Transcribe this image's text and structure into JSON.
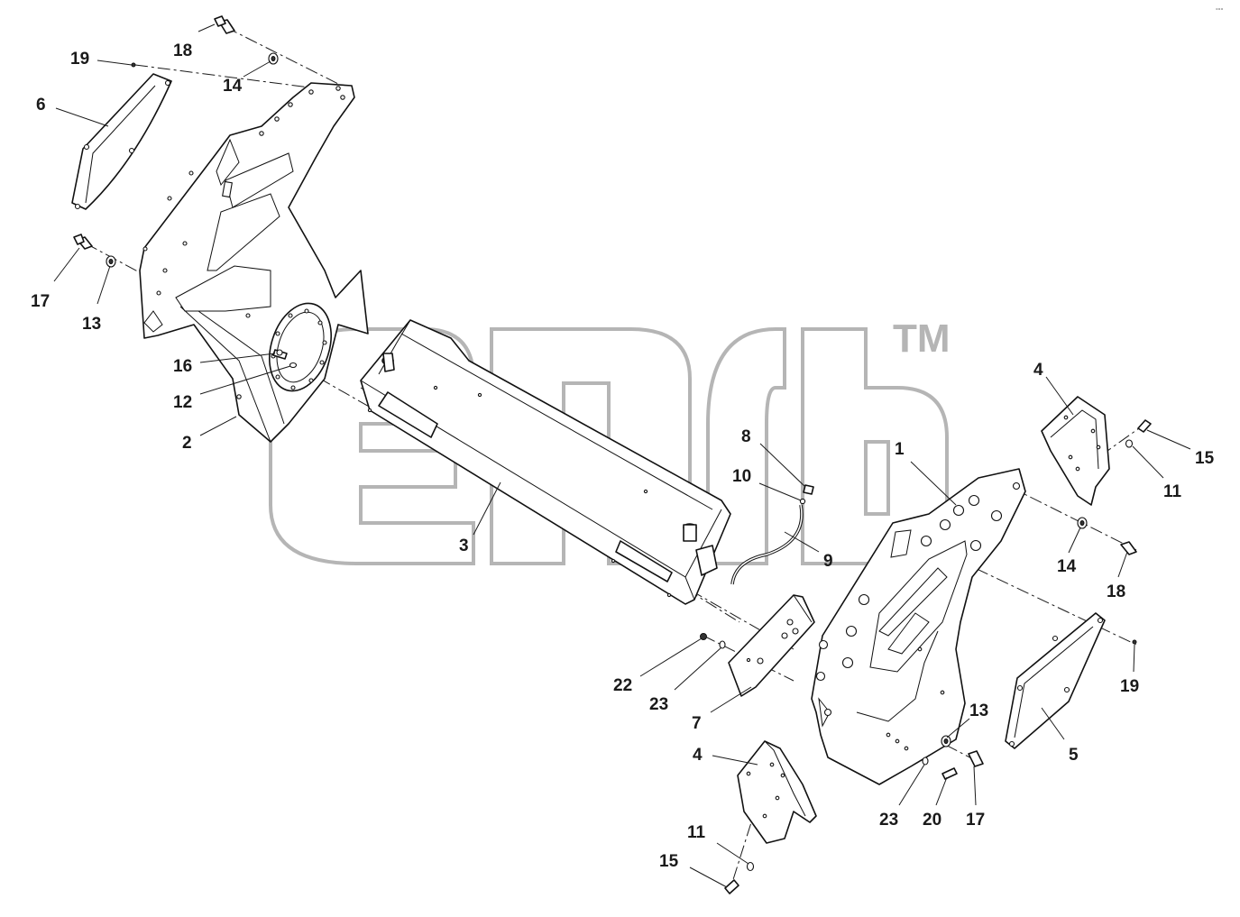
{
  "diagram": {
    "watermark": {
      "brand": "TM"
    },
    "corner_mark": "°°°",
    "callouts": [
      {
        "id": "c19a",
        "label": "19"
      },
      {
        "id": "c18a",
        "label": "18"
      },
      {
        "id": "c14a",
        "label": "14"
      },
      {
        "id": "c6",
        "label": "6"
      },
      {
        "id": "c17a",
        "label": "17"
      },
      {
        "id": "c13a",
        "label": "13"
      },
      {
        "id": "c16",
        "label": "16"
      },
      {
        "id": "c12",
        "label": "12"
      },
      {
        "id": "c2",
        "label": "2"
      },
      {
        "id": "c3",
        "label": "3"
      },
      {
        "id": "c8",
        "label": "8"
      },
      {
        "id": "c10",
        "label": "10"
      },
      {
        "id": "c9",
        "label": "9"
      },
      {
        "id": "c1",
        "label": "1"
      },
      {
        "id": "c4a",
        "label": "4"
      },
      {
        "id": "c15a",
        "label": "15"
      },
      {
        "id": "c11a",
        "label": "11"
      },
      {
        "id": "c14b",
        "label": "14"
      },
      {
        "id": "c18b",
        "label": "18"
      },
      {
        "id": "c19b",
        "label": "19"
      },
      {
        "id": "c22",
        "label": "22"
      },
      {
        "id": "c23a",
        "label": "23"
      },
      {
        "id": "c7",
        "label": "7"
      },
      {
        "id": "c13b",
        "label": "13"
      },
      {
        "id": "c5",
        "label": "5"
      },
      {
        "id": "c4b",
        "label": "4"
      },
      {
        "id": "c23b",
        "label": "23"
      },
      {
        "id": "c20",
        "label": "20"
      },
      {
        "id": "c17b",
        "label": "17"
      },
      {
        "id": "c11b",
        "label": "11"
      },
      {
        "id": "c15b",
        "label": "15"
      }
    ]
  }
}
